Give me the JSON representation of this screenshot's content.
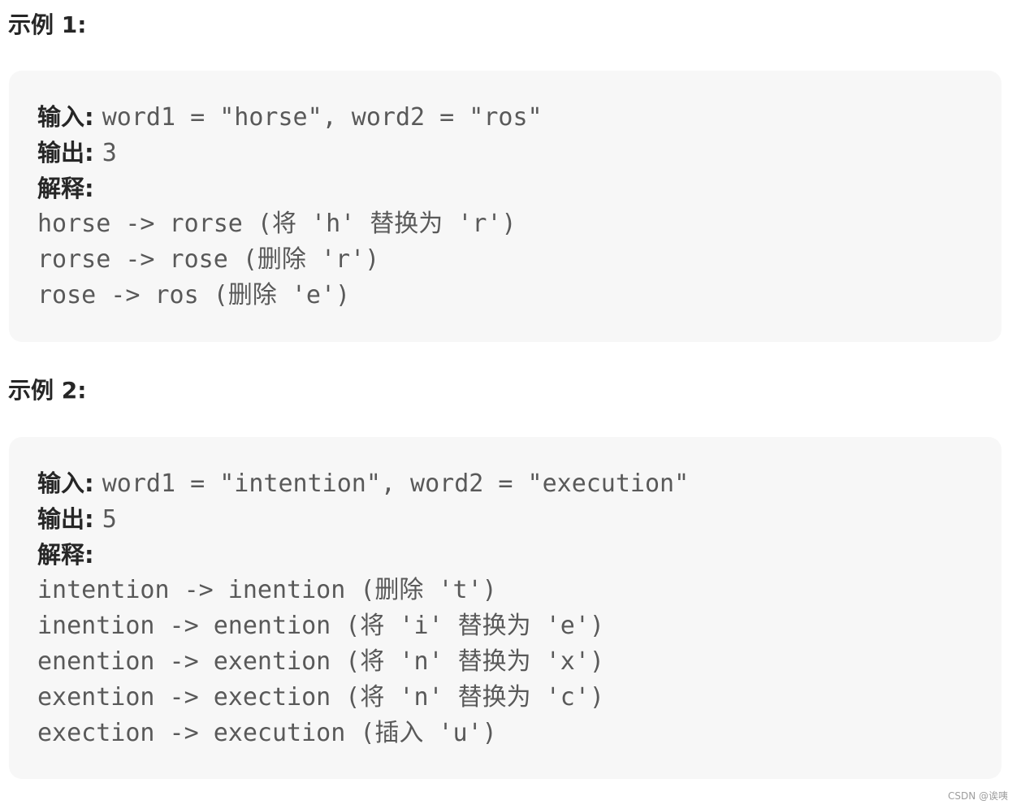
{
  "examples": [
    {
      "title": "示例 1:",
      "input_label": "输入",
      "input_value": "word1 = \"horse\", word2 = \"ros\"",
      "output_label": "输出",
      "output_value": "3",
      "explain_label": "解释",
      "steps": [
        "horse -> rorse (将 'h' 替换为 'r')",
        "rorse -> rose (删除 'r')",
        "rose -> ros (删除 'e')"
      ]
    },
    {
      "title": "示例 2:",
      "input_label": "输入",
      "input_value": "word1 = \"intention\", word2 = \"execution\"",
      "output_label": "输出",
      "output_value": "5",
      "explain_label": "解释",
      "steps": [
        "intention -> inention (删除 't')",
        "inention -> enention (将 'i' 替换为 'e')",
        "enention -> exention (将 'n' 替换为 'x')",
        "exention -> exection (将 'n' 替换为 'c')",
        "exection -> execution (插入 'u')"
      ]
    }
  ],
  "watermark": "CSDN @诶咦"
}
